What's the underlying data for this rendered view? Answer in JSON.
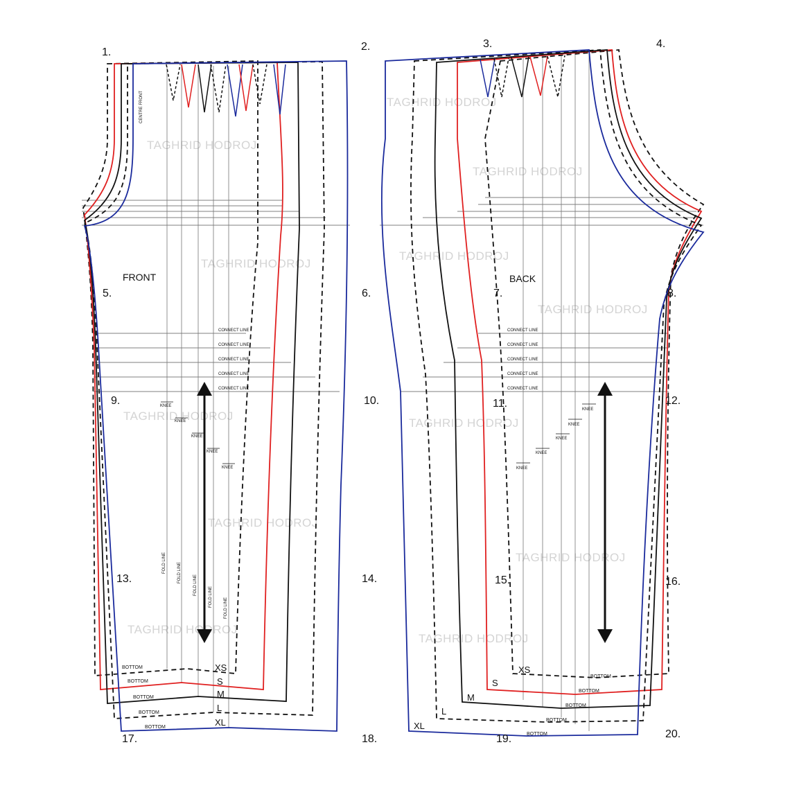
{
  "page_numbers": [
    "1.",
    "2.",
    "3.",
    "4.",
    "5.",
    "6.",
    "7.",
    "8.",
    "9.",
    "10.",
    "11.",
    "12.",
    "13.",
    "14.",
    "15.",
    "16.",
    "17.",
    "18.",
    "19.",
    "20."
  ],
  "front": {
    "title": "FRONT",
    "centre_front": "CENTRE FRONT",
    "connect_line": "CONNECT LINE",
    "knee": "KNEE",
    "fold_line": "FOLD LINE",
    "bottom": "BOTTOM",
    "sizes": [
      "XS",
      "S",
      "M",
      "L",
      "XL"
    ]
  },
  "back": {
    "title": "BACK",
    "connect_line": "CONNECT LINE",
    "knee": "KNEE",
    "bottom": "BOTTOM",
    "sizes": [
      "XS",
      "S",
      "M",
      "L",
      "XL"
    ]
  },
  "watermark": "TAGHRID HODROJ",
  "colors": {
    "xs": "#111111",
    "s": "#e02020",
    "m": "#111111",
    "l": "#111111",
    "xl": "#1a2a9c"
  }
}
